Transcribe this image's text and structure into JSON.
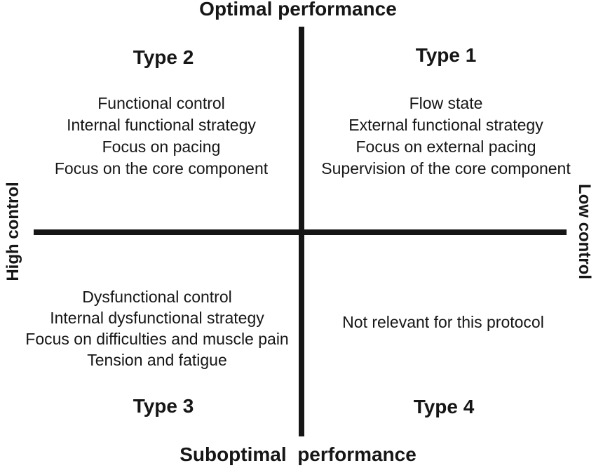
{
  "diagram": {
    "axes": {
      "top": "Optimal performance",
      "bottom": "Suboptimal  performance",
      "left": "High control",
      "right": "Low control"
    },
    "quadrants": {
      "top_left": {
        "type_label": "Type 2",
        "lines": [
          "Functional control",
          "Internal functional strategy",
          "Focus on pacing",
          "Focus on the core component"
        ]
      },
      "top_right": {
        "type_label": "Type 1",
        "lines": [
          "Flow state",
          "External functional strategy",
          "Focus on external pacing",
          "Supervision of the core component"
        ]
      },
      "bottom_left": {
        "type_label": "Type 3",
        "lines": [
          "Dysfunctional control",
          "Internal dysfunctional strategy",
          "Focus on difficulties and muscle pain",
          "Tension and fatigue"
        ]
      },
      "bottom_right": {
        "type_label": "Type 4",
        "lines": [
          "Not relevant for this protocol"
        ]
      }
    },
    "colors": {
      "ink": "#161616",
      "background": "#ffffff"
    }
  }
}
